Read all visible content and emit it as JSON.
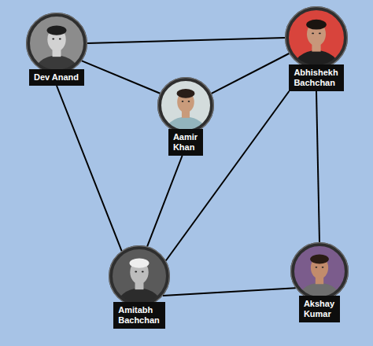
{
  "diagram": {
    "nodes": [
      {
        "text": [
          "Dev Anand"
        ]
      },
      {
        "text": [
          "Aamir Khan"
        ]
      },
      {
        "text": [
          "Abhishekh Bachchan"
        ]
      },
      {
        "text": [
          "Amitabh Bachchan"
        ]
      },
      {
        "text": [
          "Akshay Kumar"
        ]
      }
    ],
    "edges": [
      {
        "from": 0,
        "to": 2,
        "arrow": "none"
      },
      {
        "from": 0,
        "to": 1,
        "arrow": "none"
      },
      {
        "from": 0,
        "to": 3,
        "arrow": "none"
      },
      {
        "from": 1,
        "to": 2,
        "arrow": "none"
      },
      {
        "from": 1,
        "to": 3,
        "arrow": "none"
      },
      {
        "from": 2,
        "to": 3,
        "arrow": "none"
      },
      {
        "from": 2,
        "to": 4,
        "arrow": "none"
      },
      {
        "from": 3,
        "to": 4,
        "arrow": "none"
      }
    ]
  }
}
